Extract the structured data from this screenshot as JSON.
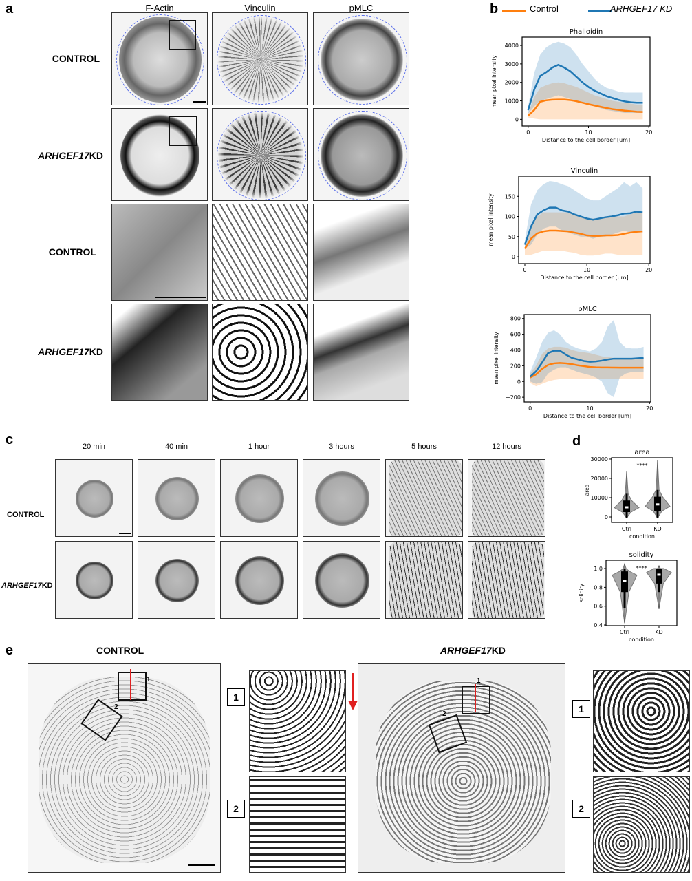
{
  "panels": {
    "a": "a",
    "b": "b",
    "c": "c",
    "d": "d",
    "e": "e"
  },
  "panel_a": {
    "columns": [
      "F-Actin",
      "Vinculin",
      "pMLC"
    ],
    "rows": [
      {
        "label": "CONTROL",
        "italic": "",
        "suffix": ""
      },
      {
        "label": "",
        "italic": "ARHGEF17",
        "suffix": "KD"
      },
      {
        "label": "CONTROL",
        "italic": "",
        "suffix": ""
      },
      {
        "label": "",
        "italic": "ARHGEF17",
        "suffix": "KD"
      }
    ]
  },
  "panel_b": {
    "legend": [
      {
        "name": "Control",
        "color": "#ff7f0e"
      },
      {
        "name": "ARHGEF17 KD",
        "color": "#1f77b4"
      }
    ]
  },
  "panel_c": {
    "times": [
      "20 min",
      "40 min",
      "1 hour",
      "3 hours",
      "5 hours",
      "12 hours"
    ],
    "rows": [
      {
        "label": "CONTROL",
        "italic": "",
        "suffix": ""
      },
      {
        "label": "",
        "italic": "ARHGEF17",
        "suffix": "KD"
      }
    ]
  },
  "panel_e": {
    "left_title": "CONTROL",
    "right_title": {
      "italic": "ARHGEF17",
      "suffix": "KD"
    },
    "roi_labels": [
      "1",
      "2"
    ]
  },
  "chart_data": [
    {
      "type": "line",
      "title": "Phalloidin",
      "xlabel": "Distance to the cell border [um]",
      "ylabel": "mean pixel intensity",
      "xlim": [
        -1,
        20.2
      ],
      "ylim": [
        -360,
        4450
      ],
      "xticks": [
        0,
        10,
        20
      ],
      "yticks": [
        0,
        1000,
        2000,
        3000,
        4000
      ],
      "x": [
        0,
        1,
        2,
        3,
        4,
        5,
        6,
        7,
        8,
        9,
        10,
        11,
        12,
        13,
        14,
        15,
        16,
        17,
        18,
        19
      ],
      "series": [
        {
          "name": "Control",
          "color": "#ff7f0e",
          "values": [
            200,
            500,
            950,
            1030,
            1060,
            1070,
            1070,
            1040,
            980,
            900,
            820,
            750,
            680,
            610,
            550,
            510,
            470,
            440,
            410,
            400
          ],
          "upper": [
            300,
            1200,
            1700,
            1850,
            1950,
            2000,
            1950,
            1850,
            1750,
            1600,
            1450,
            1300,
            1200,
            1100,
            1000,
            950,
            900,
            850,
            800,
            800
          ],
          "lower": [
            100,
            40,
            0,
            0,
            0,
            0,
            0,
            0,
            0,
            0,
            0,
            0,
            0,
            0,
            0,
            0,
            0,
            0,
            0,
            0
          ]
        },
        {
          "name": "ARHGEF17 KD",
          "color": "#1f77b4",
          "values": [
            500,
            1600,
            2350,
            2550,
            2800,
            2950,
            2800,
            2600,
            2300,
            2000,
            1750,
            1550,
            1400,
            1250,
            1150,
            1050,
            970,
            920,
            900,
            900
          ],
          "upper": [
            700,
            2500,
            3500,
            3900,
            4100,
            4200,
            4100,
            3900,
            3500,
            3000,
            2600,
            2200,
            1900,
            1700,
            1600,
            1500,
            1450,
            1450,
            1450,
            1450
          ],
          "lower": [
            300,
            700,
            1000,
            1100,
            1200,
            1300,
            1200,
            1100,
            1000,
            900,
            800,
            700,
            600,
            500,
            450,
            400,
            350,
            350,
            350,
            350
          ]
        }
      ]
    },
    {
      "type": "line",
      "title": "Vinculin",
      "xlabel": "Distance to the cell border [um]",
      "ylabel": "mean pixel intensity",
      "xlim": [
        -1,
        20.2
      ],
      "ylim": [
        -17,
        200
      ],
      "xticks": [
        0,
        10,
        20
      ],
      "yticks": [
        0,
        50,
        100,
        150
      ],
      "x": [
        0,
        1,
        2,
        3,
        4,
        5,
        6,
        7,
        8,
        9,
        10,
        11,
        12,
        13,
        14,
        15,
        16,
        17,
        18,
        19
      ],
      "series": [
        {
          "name": "Control",
          "color": "#ff7f0e",
          "values": [
            20,
            45,
            58,
            63,
            65,
            65,
            64,
            63,
            60,
            57,
            53,
            52,
            52,
            53,
            53,
            54,
            57,
            60,
            62,
            63
          ],
          "upper": [
            35,
            80,
            100,
            110,
            110,
            110,
            110,
            110,
            105,
            100,
            95,
            95,
            95,
            100,
            100,
            100,
            100,
            105,
            110,
            110
          ],
          "lower": [
            5,
            5,
            10,
            15,
            15,
            15,
            15,
            12,
            10,
            5,
            3,
            3,
            5,
            8,
            8,
            5,
            5,
            5,
            5,
            5
          ]
        },
        {
          "name": "ARHGEF17 KD",
          "color": "#1f77b4",
          "values": [
            30,
            75,
            105,
            115,
            122,
            122,
            115,
            112,
            105,
            100,
            95,
            92,
            95,
            98,
            100,
            103,
            107,
            108,
            112,
            110
          ],
          "upper": [
            40,
            130,
            165,
            180,
            188,
            186,
            180,
            175,
            165,
            155,
            145,
            140,
            140,
            150,
            160,
            170,
            185,
            175,
            185,
            170
          ],
          "lower": [
            20,
            30,
            55,
            70,
            75,
            75,
            65,
            60,
            55,
            50,
            50,
            45,
            50,
            50,
            55,
            60,
            65,
            60,
            65,
            60
          ]
        }
      ]
    },
    {
      "type": "line",
      "title": "pMLC",
      "xlabel": "Distance to the cell border [um]",
      "ylabel": "mean pixel intensity",
      "xlim": [
        -1,
        20.2
      ],
      "ylim": [
        -260,
        850
      ],
      "xticks": [
        0,
        10,
        20
      ],
      "yticks": [
        -200,
        0,
        200,
        400,
        600,
        800
      ],
      "x": [
        0,
        1,
        2,
        3,
        4,
        5,
        6,
        7,
        8,
        9,
        10,
        11,
        12,
        13,
        14,
        15,
        16,
        17,
        18,
        19
      ],
      "series": [
        {
          "name": "Control",
          "color": "#ff7f0e",
          "values": [
            50,
            90,
            160,
            210,
            230,
            235,
            230,
            220,
            205,
            195,
            185,
            180,
            178,
            178,
            177,
            176,
            176,
            176,
            176,
            176
          ],
          "upper": [
            100,
            200,
            350,
            420,
            440,
            440,
            430,
            400,
            380,
            370,
            360,
            340,
            320,
            310,
            300,
            300,
            300,
            300,
            300,
            300
          ],
          "lower": [
            -20,
            -60,
            -30,
            0,
            20,
            30,
            30,
            30,
            30,
            30,
            30,
            30,
            30,
            30,
            30,
            30,
            30,
            30,
            30,
            30
          ]
        },
        {
          "name": "ARHGEF17 KD",
          "color": "#1f77b4",
          "values": [
            60,
            130,
            240,
            360,
            390,
            390,
            340,
            300,
            280,
            260,
            250,
            255,
            265,
            280,
            290,
            290,
            290,
            290,
            295,
            300
          ],
          "upper": [
            120,
            300,
            500,
            620,
            650,
            600,
            500,
            450,
            420,
            400,
            380,
            420,
            500,
            700,
            780,
            500,
            430,
            420,
            420,
            440
          ],
          "lower": [
            0,
            -30,
            -10,
            100,
            150,
            180,
            180,
            150,
            120,
            100,
            80,
            50,
            0,
            -150,
            -200,
            50,
            100,
            120,
            120,
            120
          ]
        }
      ]
    },
    {
      "type": "violin",
      "title": "area",
      "xlabel": "condition",
      "ylabel": "area",
      "annotation": "****",
      "categories": [
        "Ctrl",
        "KD"
      ],
      "ylim": [
        -2850,
        30700
      ],
      "yticks": [
        0,
        10000,
        20000,
        30000
      ],
      "groups": [
        {
          "min": -500,
          "q1": 2500,
          "median": 5000,
          "q3": 8500,
          "whisker_low": -500,
          "whisker_high": 12000,
          "max": 23500,
          "mode": 4800
        },
        {
          "min": -500,
          "q1": 3000,
          "median": 6500,
          "q3": 10500,
          "whisker_low": -500,
          "whisker_high": 14000,
          "max": 29500,
          "mode": 5500
        }
      ]
    },
    {
      "type": "violin",
      "title": "solidity",
      "xlabel": "condition",
      "ylabel": "solidity",
      "annotation": "****",
      "categories": [
        "Ctrl",
        "KD"
      ],
      "ylim": [
        0.393,
        1.088
      ],
      "yticks": [
        0.4,
        0.6,
        0.8,
        1.0
      ],
      "groups": [
        {
          "min": 0.42,
          "q1": 0.75,
          "median": 0.87,
          "q3": 0.97,
          "whisker_low": 0.58,
          "whisker_high": 1.0,
          "max": 1.05,
          "mode": 0.93
        },
        {
          "min": 0.57,
          "q1": 0.84,
          "median": 0.935,
          "q3": 1.0,
          "whisker_low": 0.75,
          "whisker_high": 1.0,
          "max": 1.03,
          "mode": 0.96
        }
      ]
    }
  ]
}
